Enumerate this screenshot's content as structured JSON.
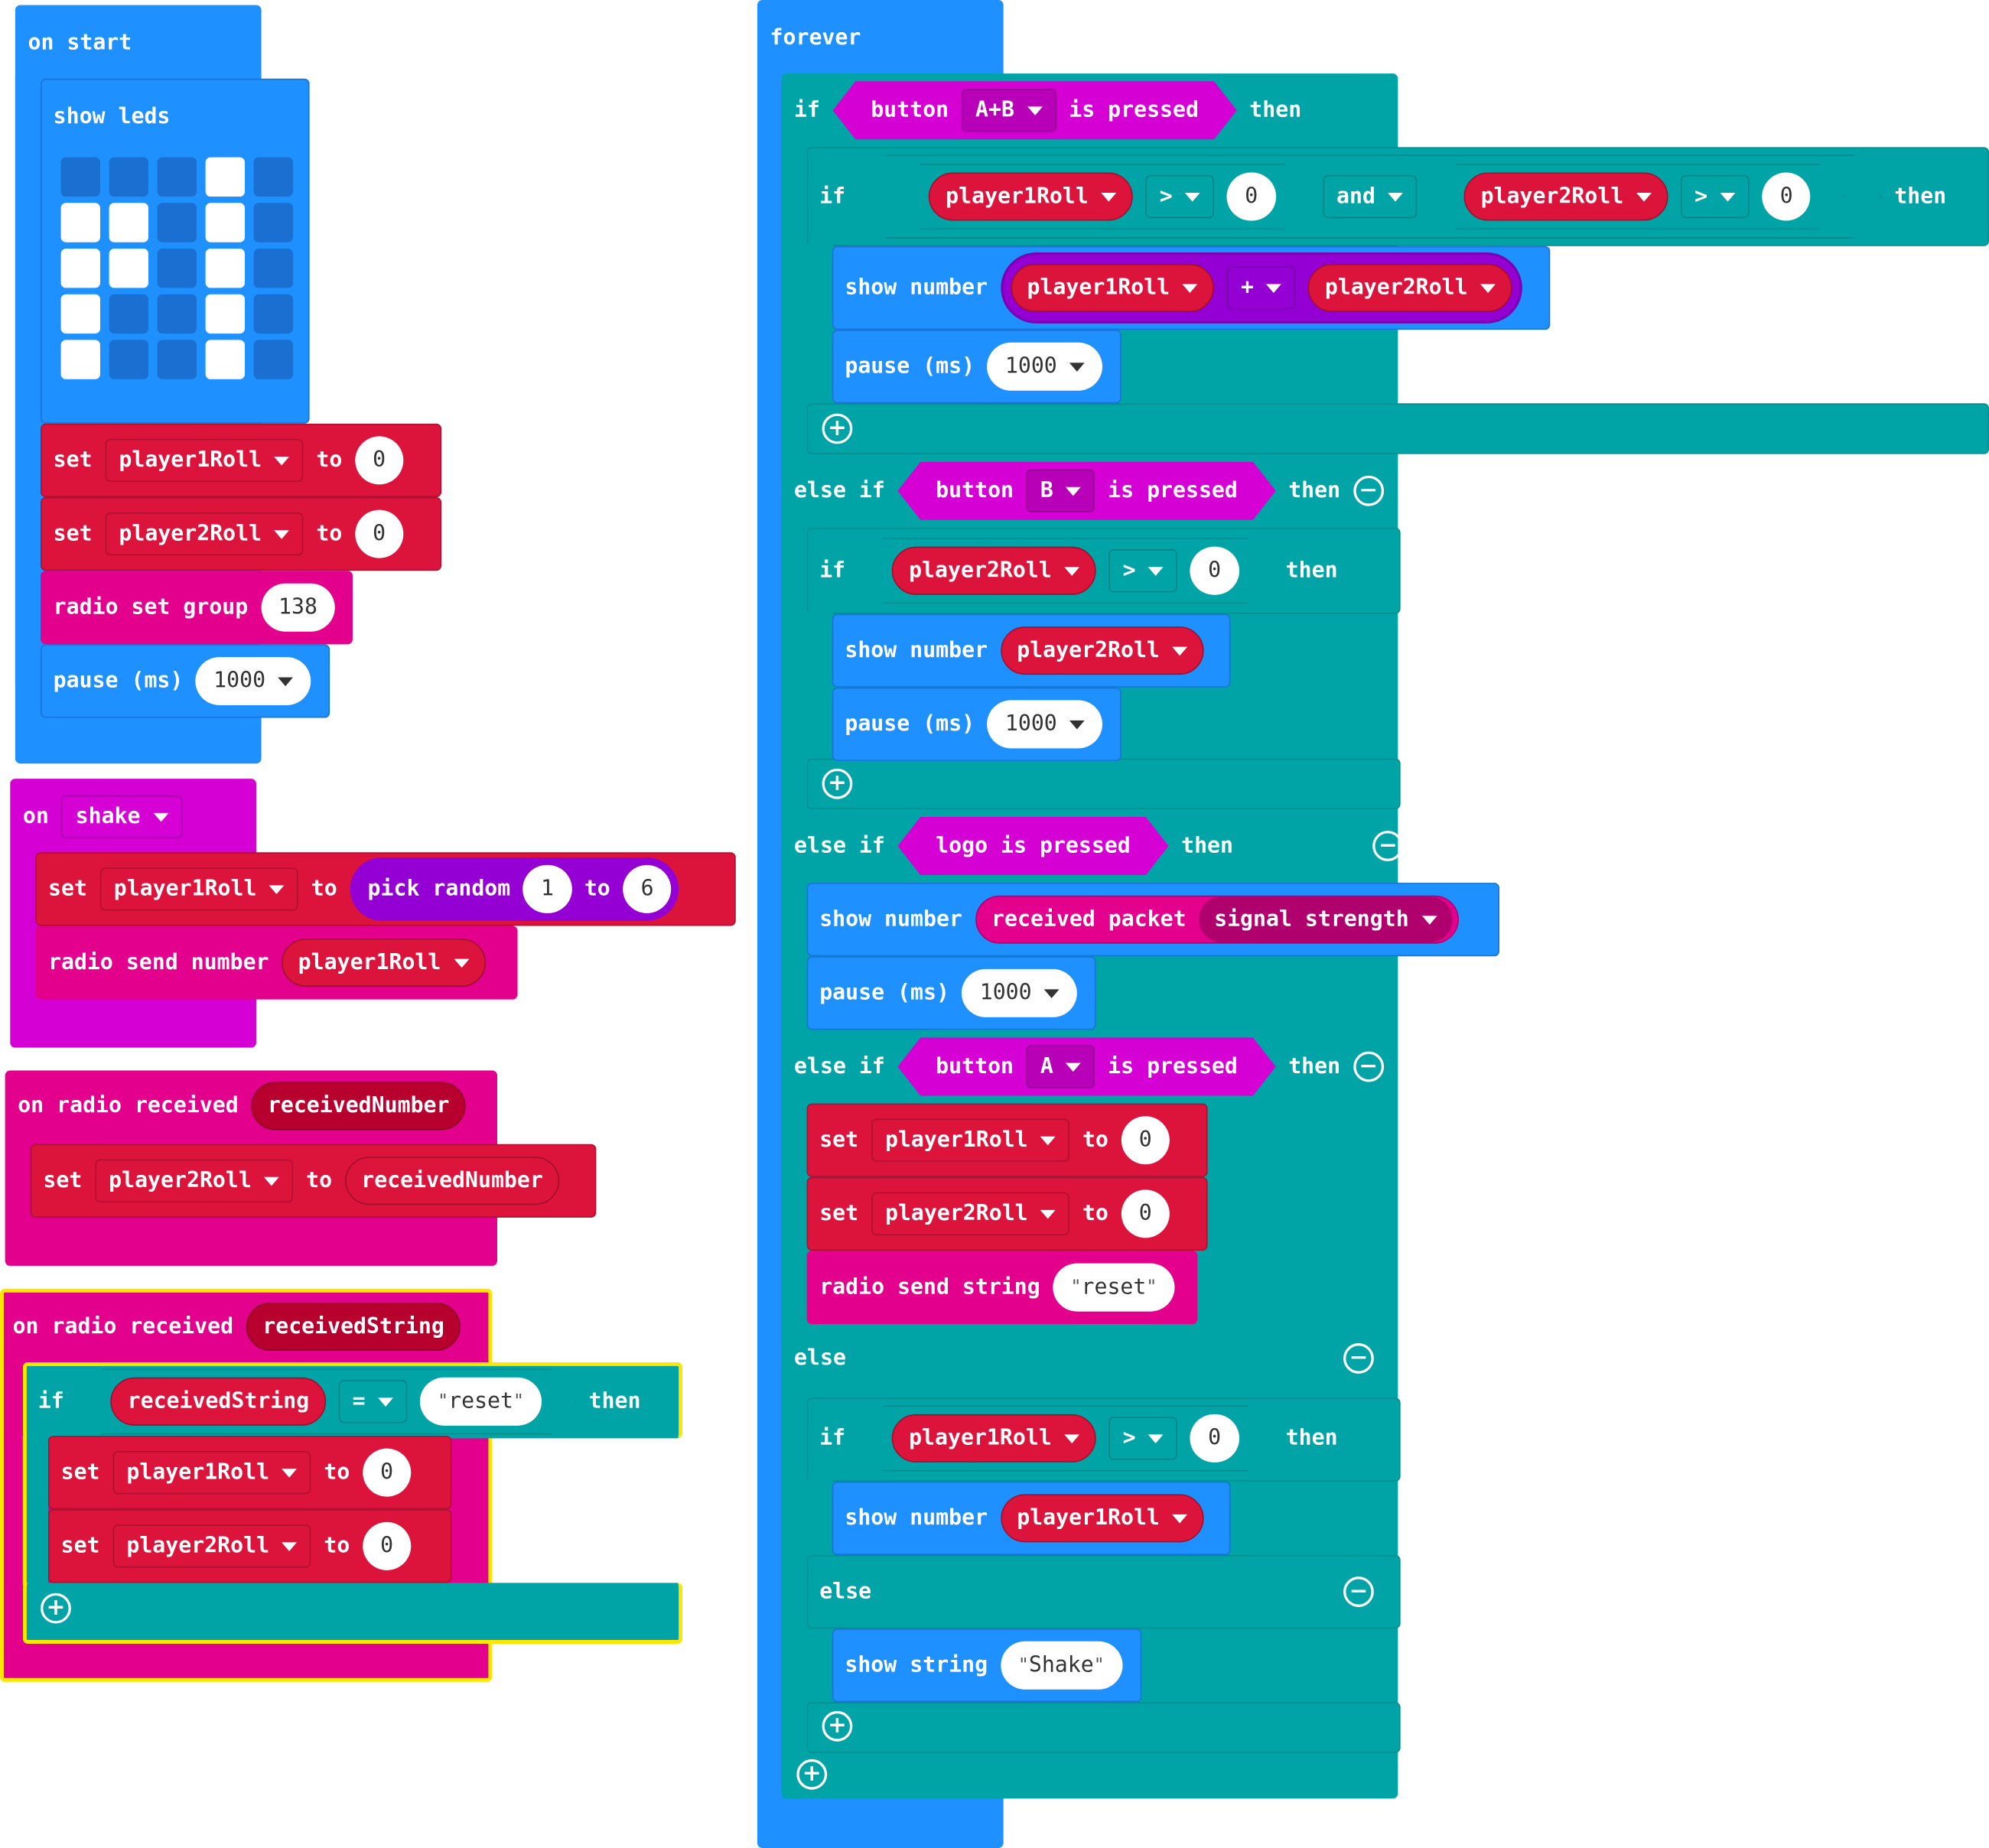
{
  "on_start": {
    "hat": "on start",
    "show_leds": "show leds",
    "leds": [
      [
        0,
        0,
        0,
        1,
        0
      ],
      [
        1,
        1,
        0,
        1,
        0
      ],
      [
        1,
        1,
        0,
        1,
        0
      ],
      [
        1,
        0,
        0,
        1,
        0
      ],
      [
        1,
        0,
        0,
        1,
        0
      ]
    ],
    "set1": {
      "kw": "set",
      "var": "player1Roll",
      "to": "to",
      "value": "0"
    },
    "set2": {
      "kw": "set",
      "var": "player2Roll",
      "to": "to",
      "value": "0"
    },
    "radio_group": {
      "label": "radio set group",
      "value": "138"
    },
    "pause": {
      "label": "pause (ms)",
      "value": "1000"
    }
  },
  "on_shake": {
    "on": "on",
    "gesture": "shake",
    "set": {
      "kw": "set",
      "var": "player1Roll",
      "to": "to"
    },
    "pick": {
      "label": "pick random",
      "min": "1",
      "to": "to",
      "max": "6"
    },
    "send": {
      "label": "radio send number",
      "var": "player1Roll"
    }
  },
  "on_radio_number": {
    "hat": "on radio received",
    "param": "receivedNumber",
    "set": {
      "kw": "set",
      "var": "player2Roll",
      "to": "to",
      "value": "receivedNumber"
    }
  },
  "on_radio_string": {
    "hat": "on radio received",
    "param": "receivedString",
    "if": "if",
    "lhs": "receivedString",
    "op": "=",
    "rhs": "reset",
    "then": "then",
    "set1": {
      "kw": "set",
      "var": "player1Roll",
      "to": "to",
      "value": "0"
    },
    "set2": {
      "kw": "set",
      "var": "player2Roll",
      "to": "to",
      "value": "0"
    }
  },
  "forever": {
    "hat": "forever",
    "if1": {
      "kw": "if",
      "button": "button",
      "btn": "A+B",
      "is_pressed": "is pressed",
      "then": "then"
    },
    "inner_if1": {
      "kw": "if",
      "a_var": "player1Roll",
      "a_op": ">",
      "a_val": "0",
      "and": "and",
      "b_var": "player2Roll",
      "b_op": ">",
      "b_val": "0",
      "then": "then",
      "show_number": "show number",
      "sum_a": "player1Roll",
      "sum_op": "+",
      "sum_b": "player2Roll",
      "pause": "pause (ms)",
      "pause_val": "1000"
    },
    "elseif_b": {
      "kw": "else if",
      "button": "button",
      "btn": "B",
      "is_pressed": "is pressed",
      "then": "then"
    },
    "inner_if2": {
      "kw": "if",
      "var": "player2Roll",
      "op": ">",
      "val": "0",
      "then": "then",
      "show_number": "show number",
      "show_var": "player2Roll",
      "pause": "pause (ms)",
      "pause_val": "1000"
    },
    "elseif_logo": {
      "kw": "else if",
      "cond": "logo is pressed",
      "then": "then"
    },
    "logo_body": {
      "show_number": "show number",
      "received": "received packet",
      "prop": "signal strength",
      "pause": "pause (ms)",
      "pause_val": "1000"
    },
    "elseif_a": {
      "kw": "else if",
      "button": "button",
      "btn": "A",
      "is_pressed": "is pressed",
      "then": "then"
    },
    "a_body": {
      "set1": {
        "kw": "set",
        "var": "player1Roll",
        "to": "to",
        "value": "0"
      },
      "set2": {
        "kw": "set",
        "var": "player2Roll",
        "to": "to",
        "value": "0"
      },
      "send": {
        "label": "radio send string",
        "value": "reset"
      }
    },
    "else": "else",
    "inner_if3": {
      "kw": "if",
      "var": "player1Roll",
      "op": ">",
      "val": "0",
      "then": "then",
      "show_number": "show number",
      "show_var": "player1Roll",
      "else": "else",
      "show_string": "show string",
      "string_val": "Shake"
    }
  }
}
